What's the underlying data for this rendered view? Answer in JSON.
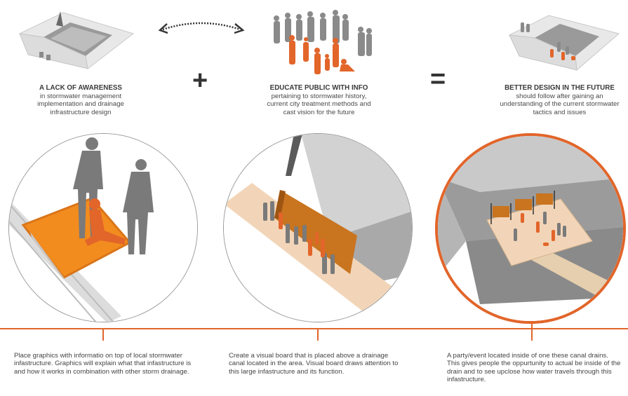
{
  "top": {
    "left": {
      "title": "A LACK OF AWARENESS",
      "body": "in stormwater management implementation and drainage infrastructure design"
    },
    "middle": {
      "title": "EDUCATE PUBLIC WITH INFO",
      "body": "pertaining to stormwater history, current city treatment methods and cast vision for the future"
    },
    "right": {
      "title": "BETTER DESIGN IN THE FUTURE",
      "body": "should follow after gaining an understanding of the current stormwater tactics and issues"
    },
    "plus": "+",
    "equals": "="
  },
  "descriptions": [
    "Place graphics with informatio on top of local stormwater infastructure. Graphics will explain what that infastructure is and how it works in combination with other storm drainage.",
    "Create a visual board that is placed above a drainage canal located in the area. Visual board draws attention to this large infastructure and its function.",
    "A party/event located inside of one these canal drains. This gives people the oppurtunity to actual be inside of the drain and to see upclose how water travels through this infastructure."
  ],
  "colors": {
    "accent": "#e2652a",
    "orange_fill": "#f0922b",
    "figure_gray": "#7a7a7a",
    "tan": "#f2d5b8",
    "concrete": "#d4d4d4"
  }
}
